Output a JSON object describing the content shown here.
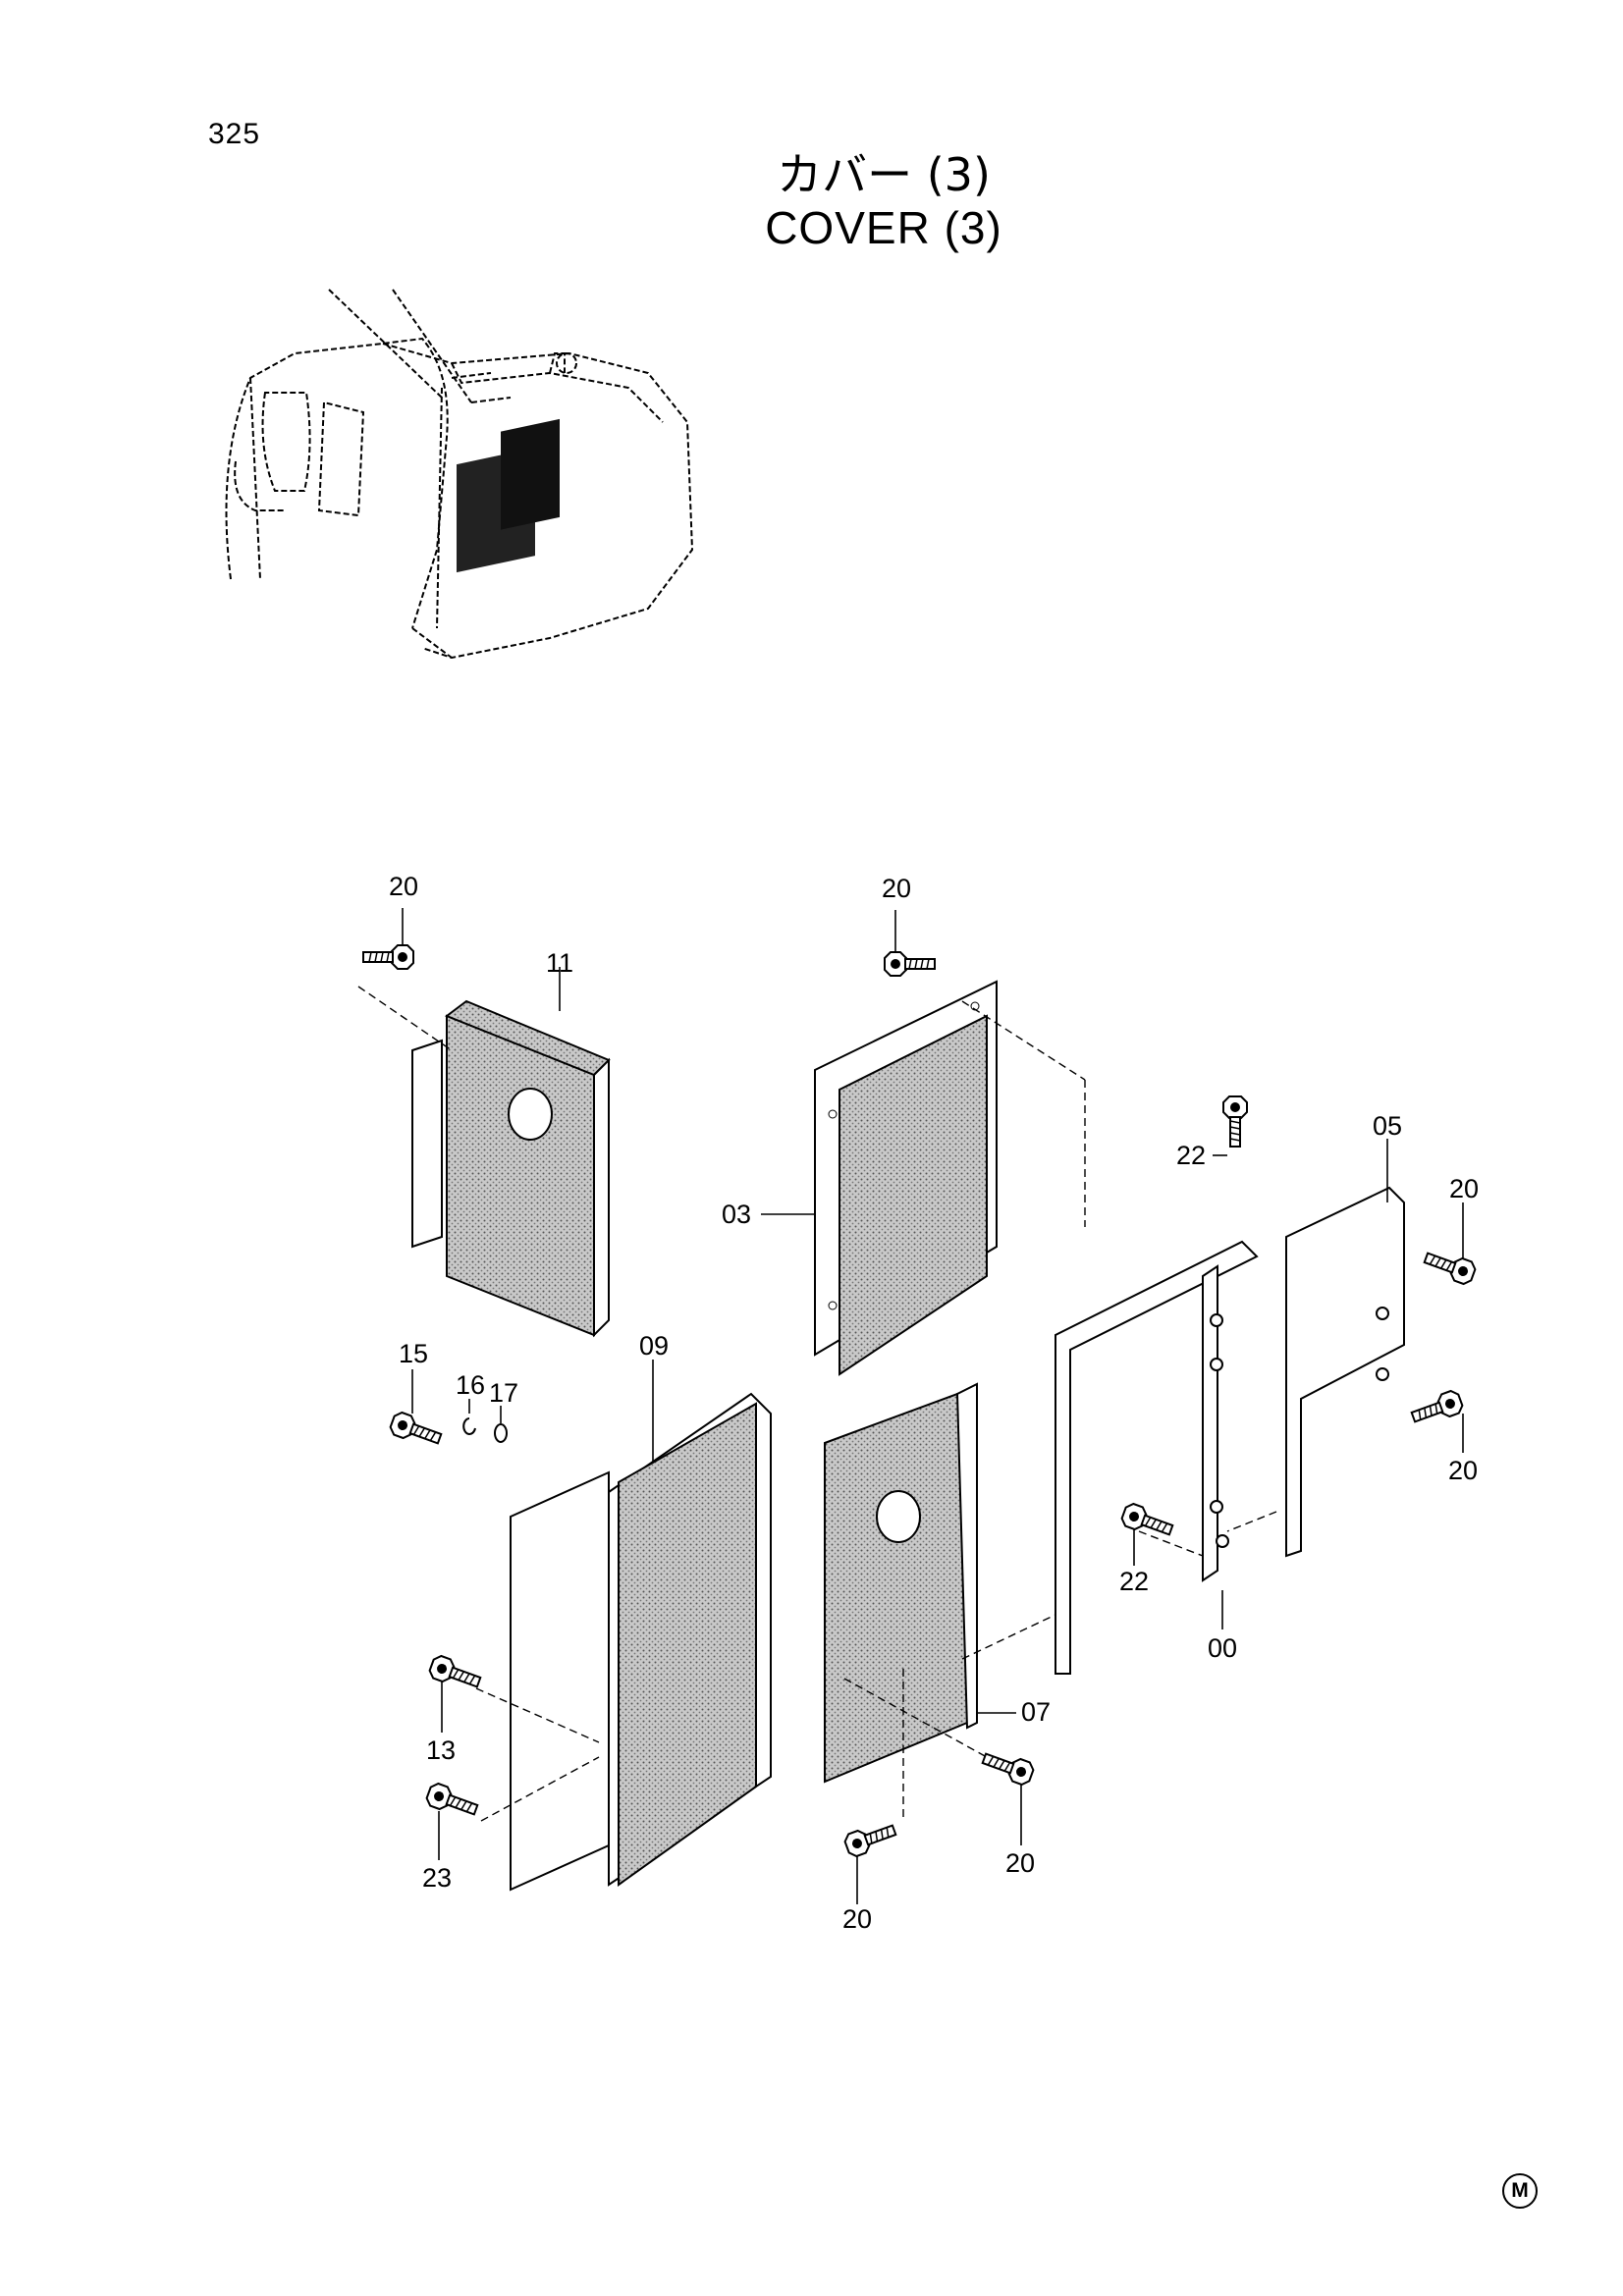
{
  "page_number": "325",
  "title_jp": "カバー (3)",
  "title_en": "COVER (3)",
  "callouts": {
    "c20_a": "20",
    "c11": "11",
    "c20_b": "20",
    "c03": "03",
    "c22_a": "22",
    "c05": "05",
    "c20_c": "20",
    "c15": "15",
    "c16": "16",
    "c17": "17",
    "c09": "09",
    "c20_d": "20",
    "c22_b": "22",
    "c00": "00",
    "c13": "13",
    "c07": "07",
    "c23": "23",
    "c20_e": "20",
    "c20_f": "20"
  },
  "corner_mark": "M"
}
